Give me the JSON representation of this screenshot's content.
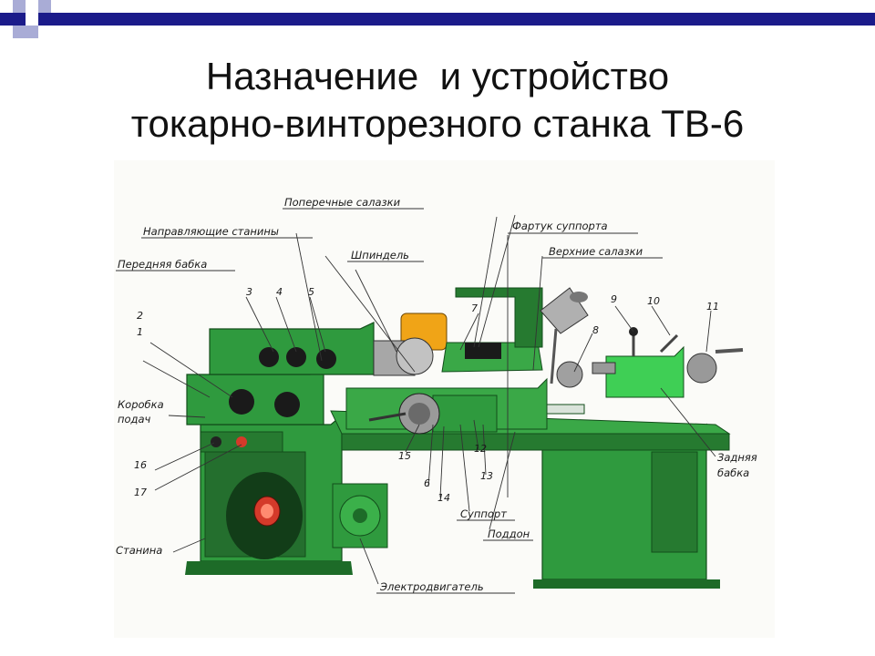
{
  "title": {
    "line1": "Назначение  и устройство",
    "line2": "токарно-винторезного станка ТВ-6"
  },
  "colors": {
    "accent": "#1b1b8a",
    "accent_light": "#a9acd6",
    "machine_green": "#2f9a3e",
    "machine_dark": "#1d6b28"
  },
  "labels": {
    "poperechnye_salazki": "Поперечные салазки",
    "napravlyayushchie": "Направляющие станины",
    "fartuk": "Фартук суппорта",
    "verkhnie_salazki": "Верхние салазки",
    "shpindel": "Шпиндель",
    "perednyaya_babka": "Передняя бабка",
    "korobka_line1": "Коробка",
    "korobka_line2": "подач",
    "zadnyaya_line1": "Задняя",
    "zadnyaya_line2": "бабка",
    "stanina": "Станина",
    "support": "Суппорт",
    "poddon": "Поддон",
    "elektrodvigatel": "Электродвигатель"
  },
  "numbers": {
    "n1": "1",
    "n2": "2",
    "n3": "3",
    "n4": "4",
    "n5": "5",
    "n6": "6",
    "n7": "7",
    "n8": "8",
    "n9": "9",
    "n10": "10",
    "n11": "11",
    "n12": "12",
    "n13": "13",
    "n14": "14",
    "n15": "15",
    "n16": "16",
    "n17": "17"
  }
}
